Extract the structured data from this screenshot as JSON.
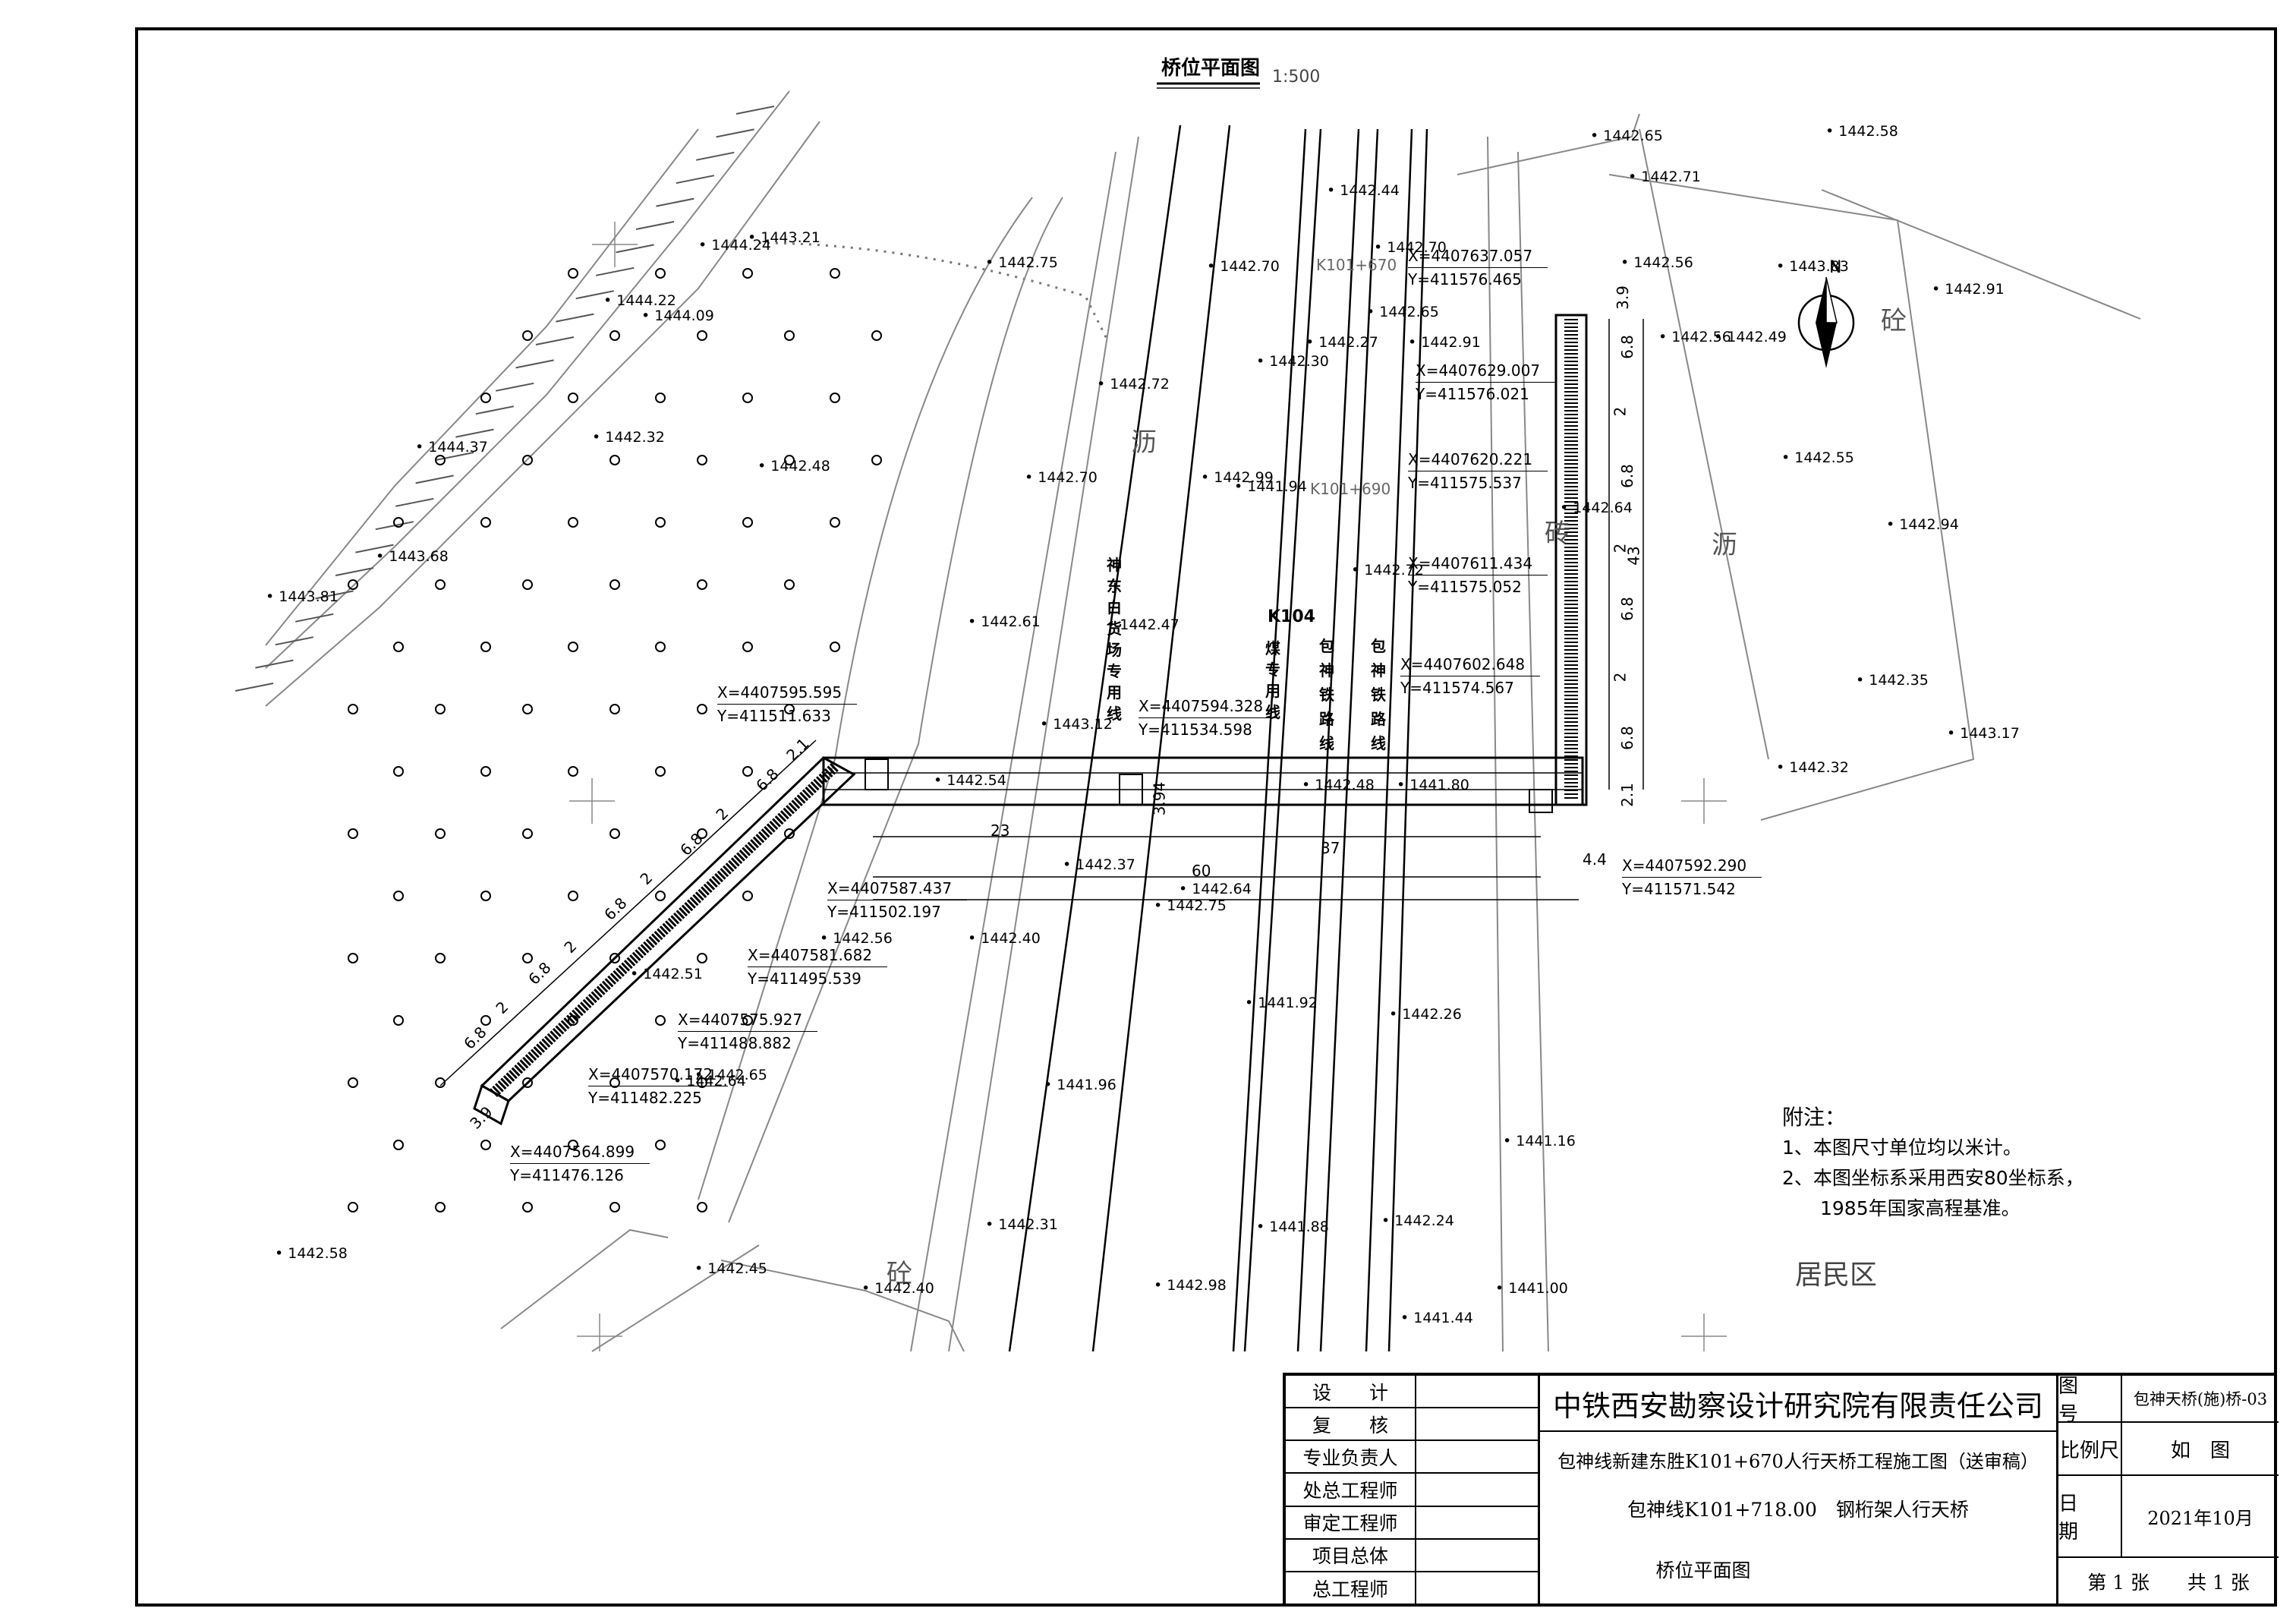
{
  "drawing": {
    "title": "桥位平面图",
    "scale": "1:500"
  },
  "labels": {
    "road_concrete": "砼",
    "road_asphalt": "沥",
    "road_brick": "砖",
    "residential": "居民区",
    "k_mark_top": "K101+670",
    "k_mark_mid": "K101+690",
    "k104": "K104",
    "track_1": "神东白货场专用线",
    "track_2": "煤专用线",
    "track_3": "包神铁路线",
    "track_4": "包神铁路线"
  },
  "elevations": [
    "1442.58",
    "1442.65",
    "1442.71",
    "1442.44",
    "1442.70",
    "1442.70",
    "1442.56",
    "1442.91",
    "1443.83",
    "1444.24",
    "1443.21",
    "1442.75",
    "1444.22",
    "1444.09",
    "1442.65",
    "1442.27",
    "1442.30",
    "1442.91",
    "1442.56",
    "1442.49",
    "1442.72",
    "1442.48",
    "1444.37",
    "1442.32",
    "1442.70",
    "1442.99",
    "1441.94",
    "1442.55",
    "1443.68",
    "1443.81",
    "1442.64",
    "1442.94",
    "1442.72",
    "1442.61",
    "1442.47",
    "1442.35",
    "1443.17",
    "1443.12",
    "1442.54",
    "1442.48",
    "1441.80",
    "1442.32",
    "1442.37",
    "1442.64",
    "1442.75",
    "1442.56",
    "1442.51",
    "1442.40",
    "1441.92",
    "1442.26",
    "1441.96",
    "1441.16",
    "1442.31",
    "1441.88",
    "1442.24",
    "1442.45",
    "1442.40",
    "1442.98",
    "1441.00",
    "1442.58",
    "1441.44",
    "1442.64",
    "1442.65"
  ],
  "coordinates": [
    {
      "x": "X=4407637.057",
      "y": "Y=411576.465"
    },
    {
      "x": "X=4407629.007",
      "y": "Y=411576.021"
    },
    {
      "x": "X=4407620.221",
      "y": "Y=411575.537"
    },
    {
      "x": "X=4407611.434",
      "y": "Y=411575.052"
    },
    {
      "x": "X=4407602.648",
      "y": "Y=411574.567"
    },
    {
      "x": "X=4407595.595",
      "y": "Y=411511.633"
    },
    {
      "x": "X=4407594.328",
      "y": "Y=411534.598"
    },
    {
      "x": "X=4407592.290",
      "y": "Y=411571.542"
    },
    {
      "x": "X=4407587.437",
      "y": "Y=411502.197"
    },
    {
      "x": "X=4407581.682",
      "y": "Y=411495.539"
    },
    {
      "x": "X=4407575.927",
      "y": "Y=411488.882"
    },
    {
      "x": "X=4407570.172",
      "y": "Y=411482.225"
    },
    {
      "x": "X=4407564.899",
      "y": "Y=411476.126"
    }
  ],
  "dimensions": {
    "ramp_segments": [
      "6.8",
      "2",
      "6.8",
      "2",
      "6.8",
      "2",
      "6.8",
      "2",
      "6.8",
      "2.1"
    ],
    "ramp_width": "3.9",
    "right_segments": [
      "3.9",
      "6.8",
      "2",
      "6.8",
      "2",
      "6.8",
      "2",
      "6.8",
      "2.1"
    ],
    "right_total": "43",
    "span_23": "23",
    "span_60": "60",
    "span_37": "37",
    "width_394": "3.94",
    "width_44": "4.4"
  },
  "notes": {
    "heading": "附注：",
    "line1": "1、本图尺寸单位均以米计。",
    "line2": "2、本图坐标系采用西安80坐标系，",
    "line3": "1985年国家高程基准。"
  },
  "title_block": {
    "roles": [
      "设　　计",
      "复　　核",
      "专业负责人",
      "处总工程师",
      "审定工程师",
      "项目总体",
      "总工程师"
    ],
    "company": "中铁西安勘察设计研究院有限责任公司",
    "project": "包神线新建东胜K101+670人行天桥工程施工图（送审稿）",
    "subject": "包神线K101+718.00　钢桁架人行天桥",
    "drawing_name": "桥位平面图",
    "drawing_no_label": "图　　号",
    "drawing_no": "包神天桥(施)桥-03",
    "scale_label": "比例尺",
    "scale_value": "如　图",
    "date_label": "日　　期",
    "date_value": "2021年10月",
    "sheet": "第 1 张　　共 1 张"
  },
  "colors": {
    "line": "#000000",
    "faint": "#777777"
  }
}
